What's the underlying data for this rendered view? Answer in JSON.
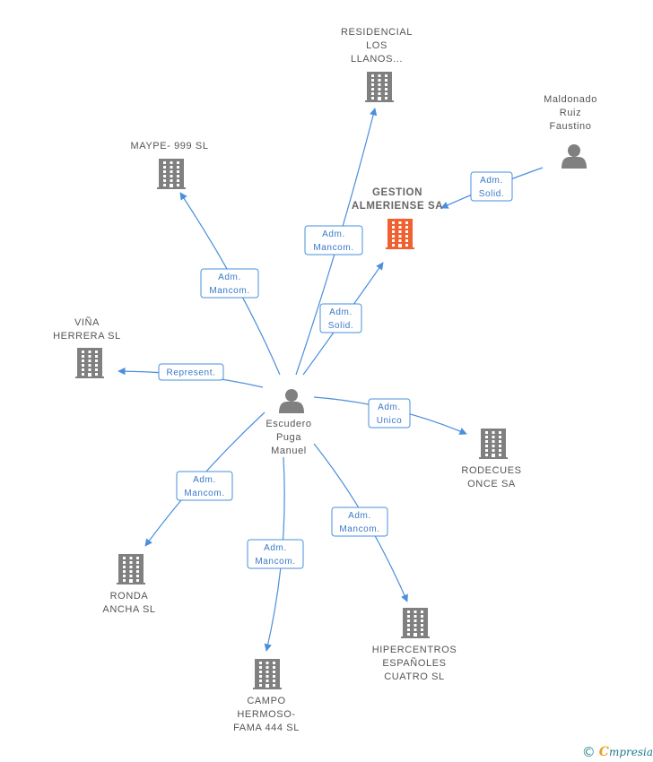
{
  "colors": {
    "edge": "#4a8fdc",
    "building": "#808080",
    "building_focus": "#f06030",
    "person": "#808080"
  },
  "center": {
    "id": "escudero",
    "label": [
      "Escudero",
      "Puga",
      "Manuel"
    ],
    "icon": "person-icon"
  },
  "nodes": [
    {
      "id": "residencial",
      "type": "company",
      "icon": "building-icon",
      "label": [
        "RESIDENCIAL",
        "LOS",
        "LLANOS..."
      ]
    },
    {
      "id": "maldonado",
      "type": "person",
      "icon": "person-icon",
      "label": [
        "Maldonado",
        "Ruiz",
        "Faustino"
      ]
    },
    {
      "id": "maype",
      "type": "company",
      "icon": "building-icon",
      "label": [
        "MAYPE- 999 SL"
      ]
    },
    {
      "id": "gestion",
      "type": "company",
      "icon": "building-icon",
      "focus": true,
      "label": [
        "GESTION",
        "ALMERIENSE SA"
      ]
    },
    {
      "id": "vina",
      "type": "company",
      "icon": "building-icon",
      "label": [
        "VIÑA",
        "HERRERA SL"
      ]
    },
    {
      "id": "rodecues",
      "type": "company",
      "icon": "building-icon",
      "label": [
        "RODECUES",
        "ONCE SA"
      ]
    },
    {
      "id": "ronda",
      "type": "company",
      "icon": "building-icon",
      "label": [
        "RONDA",
        "ANCHA SL"
      ]
    },
    {
      "id": "hipercentros",
      "type": "company",
      "icon": "building-icon",
      "label": [
        "HIPERCENTROS",
        "ESPAÑOLES",
        "CUATRO SL"
      ]
    },
    {
      "id": "campo",
      "type": "company",
      "icon": "building-icon",
      "label": [
        "CAMPO",
        "HERMOSO-",
        "FAMA 444 SL"
      ]
    }
  ],
  "edges": [
    {
      "from": "escudero",
      "to": "residencial",
      "role": [
        "Adm.",
        "Mancom."
      ]
    },
    {
      "from": "escudero",
      "to": "maype",
      "role": [
        "Adm.",
        "Mancom."
      ]
    },
    {
      "from": "escudero",
      "to": "gestion",
      "role": [
        "Adm.",
        "Solid."
      ]
    },
    {
      "from": "maldonado",
      "to": "gestion",
      "role": [
        "Adm.",
        "Solid."
      ]
    },
    {
      "from": "escudero",
      "to": "vina",
      "role": [
        "Represent."
      ]
    },
    {
      "from": "escudero",
      "to": "rodecues",
      "role": [
        "Adm.",
        "Unico"
      ]
    },
    {
      "from": "escudero",
      "to": "ronda",
      "role": [
        "Adm.",
        "Mancom."
      ]
    },
    {
      "from": "escudero",
      "to": "campo",
      "role": [
        "Adm.",
        "Mancom."
      ]
    },
    {
      "from": "escudero",
      "to": "hipercentros",
      "role": [
        "Adm.",
        "Mancom."
      ]
    }
  ],
  "footer": {
    "copyright": "©",
    "brand_initial": "C",
    "brand_rest": "mpresia"
  }
}
